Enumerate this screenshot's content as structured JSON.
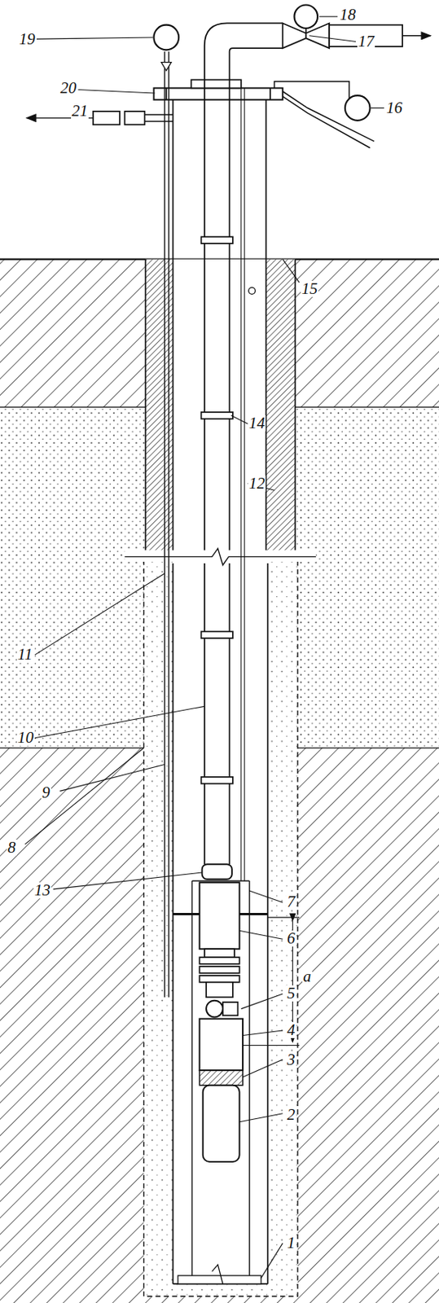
{
  "diagram": {
    "labels": [
      "19",
      "18",
      "17",
      "16",
      "20",
      "21",
      "15",
      "14",
      "12",
      "11",
      "10",
      "9",
      "8",
      "13",
      "7",
      "6",
      "5",
      "4",
      "3",
      "2",
      "1",
      "a"
    ]
  }
}
